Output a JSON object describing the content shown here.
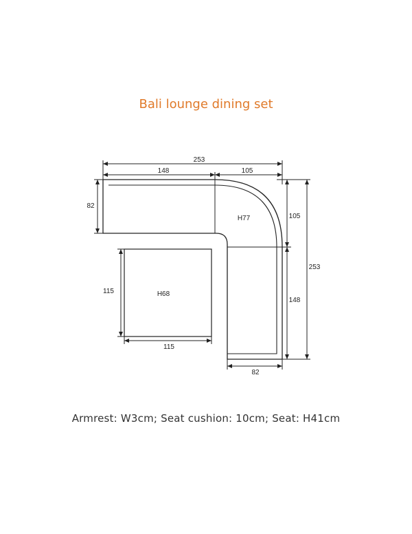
{
  "title": "Bali lounge dining set",
  "caption": "Armrest: W3cm; Seat cushion: 10cm; Seat: H41cm",
  "colors": {
    "title": "#e07a2a",
    "lines": "#222222"
  },
  "dimensions": {
    "top_total": "253",
    "top_left": "148",
    "top_right": "105",
    "left_depth": "82",
    "right_upper": "105",
    "right_lower": "148",
    "right_total": "253",
    "bottom_width": "82",
    "table_height": "115",
    "table_width": "115"
  },
  "labels": {
    "sofa_height": "H77",
    "table_height": "H68"
  }
}
